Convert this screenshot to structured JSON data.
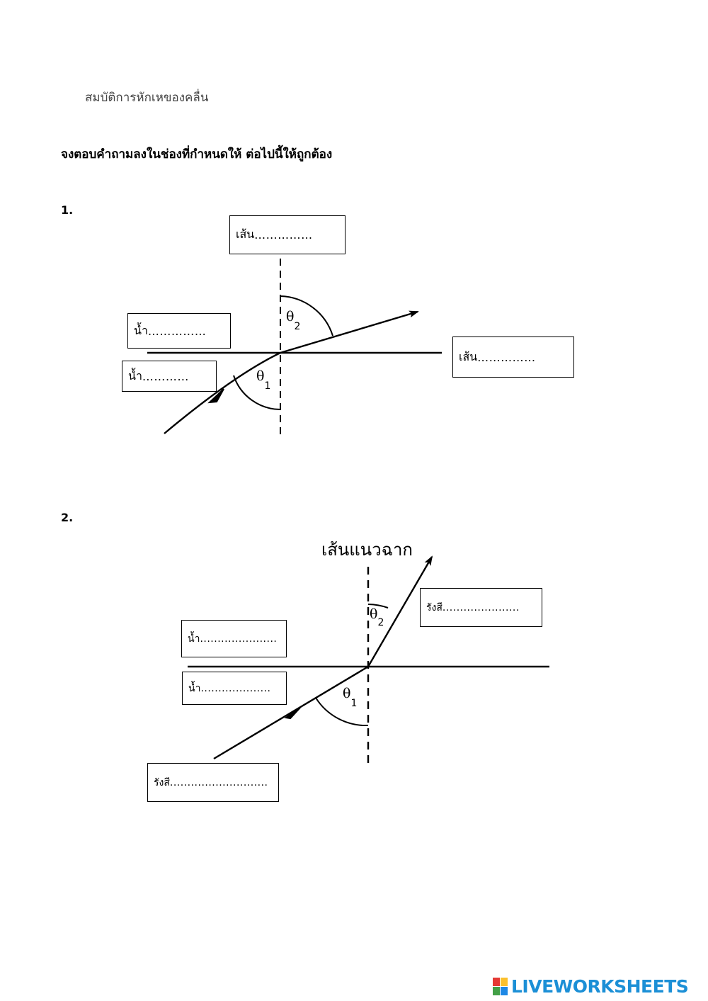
{
  "header": {
    "subtitle": "สมบัติการหักเหของคลื่น",
    "instruction": "จงตอบคำถามลงในช่องที่กำหนดให้ ต่อไปนี้ให้ถูกต้อง"
  },
  "q1": {
    "number": "1.",
    "box_normal": {
      "label": "เส้น",
      "blank": "……………"
    },
    "box_boundary": {
      "label": "เส้น",
      "blank": "……………"
    },
    "box_upper_water": {
      "label": "น้ำ",
      "blank": "……………"
    },
    "box_lower_water": {
      "label": "น้ำ",
      "blank": "…………"
    },
    "theta": "θ",
    "theta1_sub": "1",
    "theta2_sub": "2"
  },
  "q2": {
    "number": "2.",
    "normal_title": "เส้นแนวฉาก",
    "box_refracted_ray": {
      "label": "รังสี",
      "blank": "......................"
    },
    "box_upper_water": {
      "label": "น้ำ",
      "blank": "......................"
    },
    "box_lower_water": {
      "label": "น้ำ",
      "blank": "...................."
    },
    "box_incident_ray": {
      "label": "รังสี",
      "blank": "............................"
    },
    "theta": "θ",
    "theta1_sub": "1",
    "theta2_sub": "2"
  },
  "footer": {
    "brand": "LIVEWORKSHEETS",
    "logo_colors": [
      "#e53935",
      "#fbc02d",
      "#43a047",
      "#1e88e5"
    ]
  }
}
